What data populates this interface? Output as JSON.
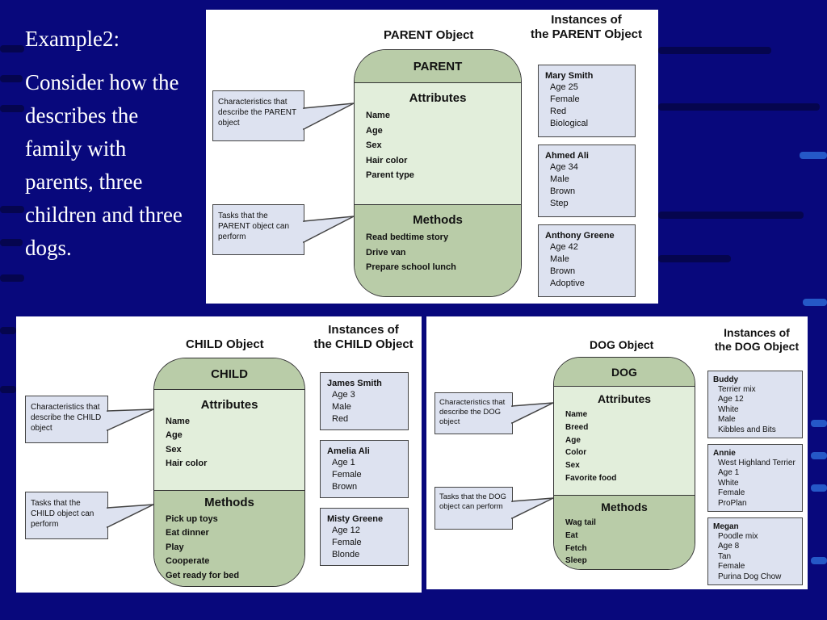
{
  "slide": {
    "heading": "Example2:",
    "body": "Consider how the describes the family with parents, three children and three dogs."
  },
  "parent": {
    "object_label": "PARENT Object",
    "instances_title_line1": "Instances of",
    "instances_title_line2": "the PARENT Object",
    "name": "PARENT",
    "attributes_title": "Attributes",
    "attributes": [
      "Name",
      "Age",
      "Sex",
      "Hair color",
      "Parent type"
    ],
    "methods_title": "Methods",
    "methods": [
      "Read bedtime story",
      "Drive van",
      "Prepare school lunch"
    ],
    "callout_characteristics": "Characteristics that describe the PARENT object",
    "callout_tasks": "Tasks that the PARENT object can perform",
    "instances": [
      {
        "name": "Mary Smith",
        "values": [
          "Age 25",
          "Female",
          "Red",
          "Biological"
        ]
      },
      {
        "name": "Ahmed Ali",
        "values": [
          "Age 34",
          "Male",
          "Brown",
          "Step"
        ]
      },
      {
        "name": "Anthony Greene",
        "values": [
          "Age 42",
          "Male",
          "Brown",
          "Adoptive"
        ]
      }
    ]
  },
  "child": {
    "object_label": "CHILD Object",
    "instances_title_line1": "Instances of",
    "instances_title_line2": "the CHILD Object",
    "name": "CHILD",
    "attributes_title": "Attributes",
    "attributes": [
      "Name",
      "Age",
      "Sex",
      "Hair color"
    ],
    "methods_title": "Methods",
    "methods": [
      "Pick up toys",
      "Eat dinner",
      "Play",
      "Cooperate",
      "Get ready for bed"
    ],
    "callout_characteristics": "Characteristics that describe the CHILD object",
    "callout_tasks": "Tasks that the CHILD object can perform",
    "instances": [
      {
        "name": "James Smith",
        "values": [
          "Age 3",
          "Male",
          "Red"
        ]
      },
      {
        "name": "Amelia Ali",
        "values": [
          "Age 1",
          "Female",
          "Brown"
        ]
      },
      {
        "name": "Misty Greene",
        "values": [
          "Age 12",
          "Female",
          "Blonde"
        ]
      }
    ]
  },
  "dog": {
    "object_label": "DOG Object",
    "instances_title_line1": "Instances of",
    "instances_title_line2": "the DOG Object",
    "name": "DOG",
    "attributes_title": "Attributes",
    "attributes": [
      "Name",
      "Breed",
      "Age",
      "Color",
      "Sex",
      "Favorite food"
    ],
    "methods_title": "Methods",
    "methods": [
      "Wag tail",
      "Eat",
      "Fetch",
      "Sleep"
    ],
    "callout_characteristics": "Characteristics that describe the DOG object",
    "callout_tasks": "Tasks that the DOG object can perform",
    "instances": [
      {
        "name": "Buddy",
        "values": [
          "Terrier mix",
          "Age 12",
          "White",
          "Male",
          "Kibbles and Bits"
        ]
      },
      {
        "name": "Annie",
        "values": [
          "West Highland Terrier",
          "Age 1",
          "White",
          "Female",
          "ProPlan"
        ]
      },
      {
        "name": "Megan",
        "values": [
          "Poodle mix",
          "Age 8",
          "Tan",
          "Female",
          "Purina Dog Chow"
        ]
      }
    ]
  }
}
